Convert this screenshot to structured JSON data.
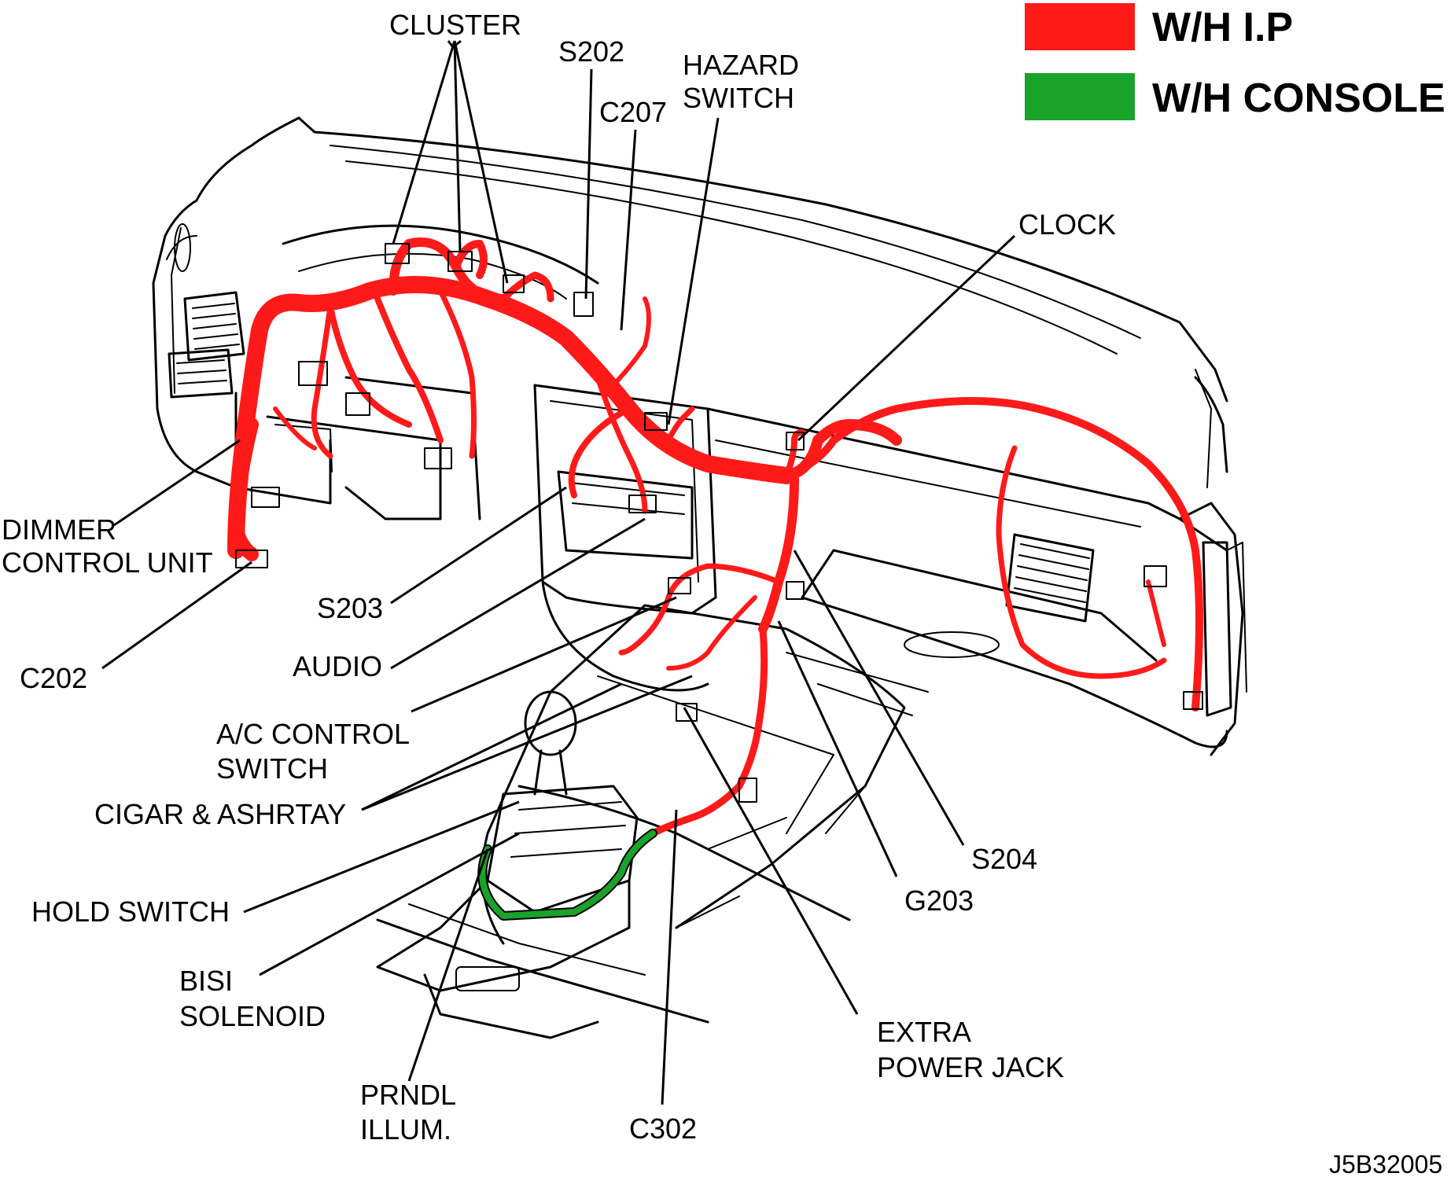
{
  "legend": {
    "items": [
      {
        "label": "W/H I.P",
        "color": "#ff1a1a"
      },
      {
        "label": "W/H CONSOLE",
        "color": "#1aa32a"
      }
    ]
  },
  "colors": {
    "ip_harness": "#ff1a1a",
    "console_harness": "#1aa32a",
    "line": "#000000"
  },
  "labels": {
    "cluster": "CLUSTER",
    "s202": "S202",
    "c207": "C207",
    "hazard_1": "HAZARD",
    "hazard_2": "SWITCH",
    "clock": "CLOCK",
    "dimmer_1": "DIMMER",
    "dimmer_2": "CONTROL UNIT",
    "c202": "C202",
    "s203": "S203",
    "audio": "AUDIO",
    "ac_1": "A/C CONTROL",
    "ac_2": "SWITCH",
    "cigar": "CIGAR & ASHRTAY",
    "hold": "HOLD SWITCH",
    "bisi_1": "BISI",
    "bisi_2": "SOLENOID",
    "prndl_1": "PRNDL",
    "prndl_2": "ILLUM.",
    "c302": "C302",
    "extra_1": "EXTRA",
    "extra_2": "POWER JACK",
    "g203": "G203",
    "s204": "S204",
    "figure_id": "J5B32005"
  }
}
